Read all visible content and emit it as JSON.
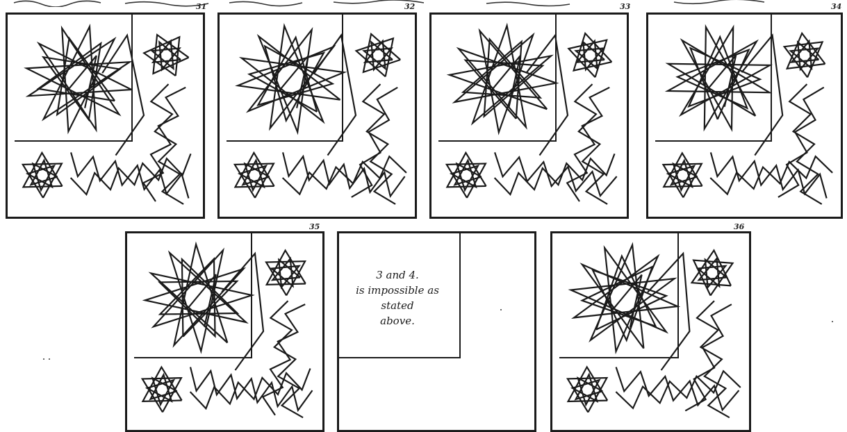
{
  "panels": [
    {
      "number": "31"
    },
    {
      "number": "32"
    },
    {
      "number": "33"
    },
    {
      "number": "34"
    },
    {
      "number": "35"
    },
    {
      "number": "",
      "note": [
        "3 and 4.",
        "is impossible as",
        "stated",
        "above."
      ]
    },
    {
      "number": "36"
    }
  ],
  "colors": {
    "ink": "#1a1a1a",
    "paper": "#ffffff"
  }
}
